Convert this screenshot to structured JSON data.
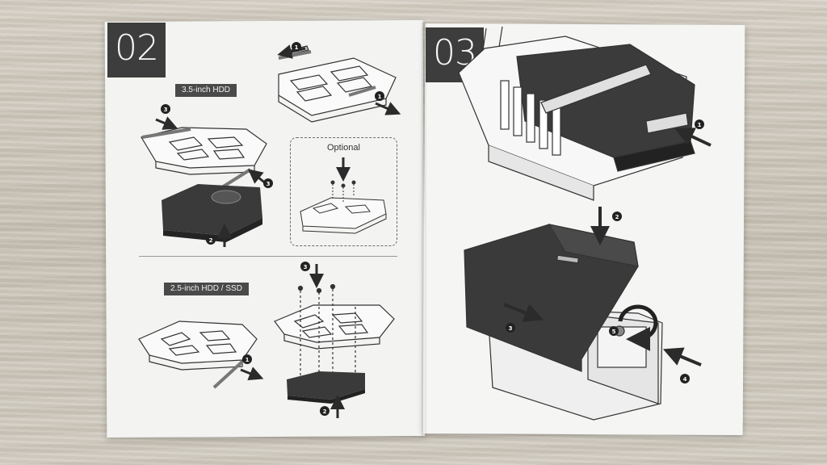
{
  "left_page": {
    "step_number": "02",
    "section_35": {
      "label": "3.5-inch HDD"
    },
    "optional": {
      "label": "Optional"
    },
    "section_25": {
      "label": "2.5-inch HDD / SSD"
    }
  },
  "right_page": {
    "step_number": "03"
  },
  "badges": {
    "one": "1",
    "two": "2",
    "three": "3",
    "four": "4",
    "five": "5"
  },
  "colors": {
    "paper": "#f3f3f1",
    "ink": "#3d3d3d",
    "wood": "#cfc9be"
  }
}
